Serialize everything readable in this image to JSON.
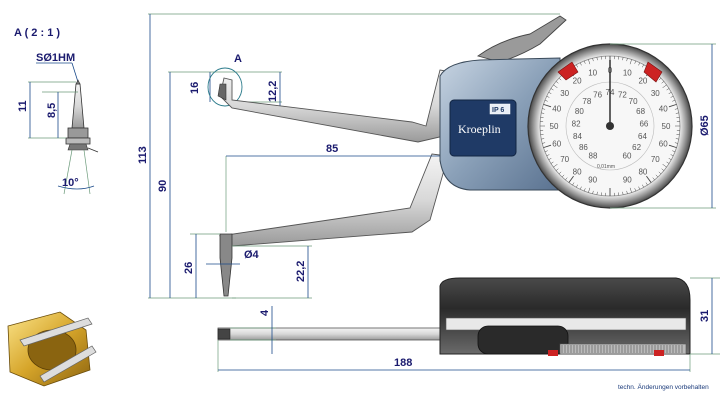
{
  "detail": {
    "title": "A ( 2 : 1 )",
    "tip_label": "SØ1HM",
    "dim_11": "11",
    "dim_8_5": "8,5",
    "angle": "10°"
  },
  "front_view": {
    "marker_a": "A",
    "dim_16": "16",
    "dim_12_2": "12,2",
    "dim_113": "113",
    "dim_90": "90",
    "dim_85": "85",
    "dim_26": "26",
    "dim_phi4": "Ø4",
    "dim_22_2": "22,2",
    "dim_phi65": "Ø65"
  },
  "gauge": {
    "brand": "Kroeplin",
    "badge": "IP 6",
    "outer_scale": [
      "90",
      "80",
      "70",
      "60",
      "50",
      "40",
      "30",
      "20",
      "10",
      "0",
      "10",
      "20",
      "30",
      "40",
      "50",
      "60",
      "70",
      "80",
      "90"
    ],
    "inner_scale": [
      "88",
      "86",
      "84",
      "82",
      "80",
      "78",
      "76",
      "74",
      "72",
      "70",
      "68",
      "66",
      "64",
      "62",
      "60"
    ],
    "resolution": "0,01mm"
  },
  "side_view": {
    "dim_4": "4",
    "dim_31": "31",
    "dim_188": "188"
  },
  "footer_note": "techn. Änderungen vorbehalten"
}
